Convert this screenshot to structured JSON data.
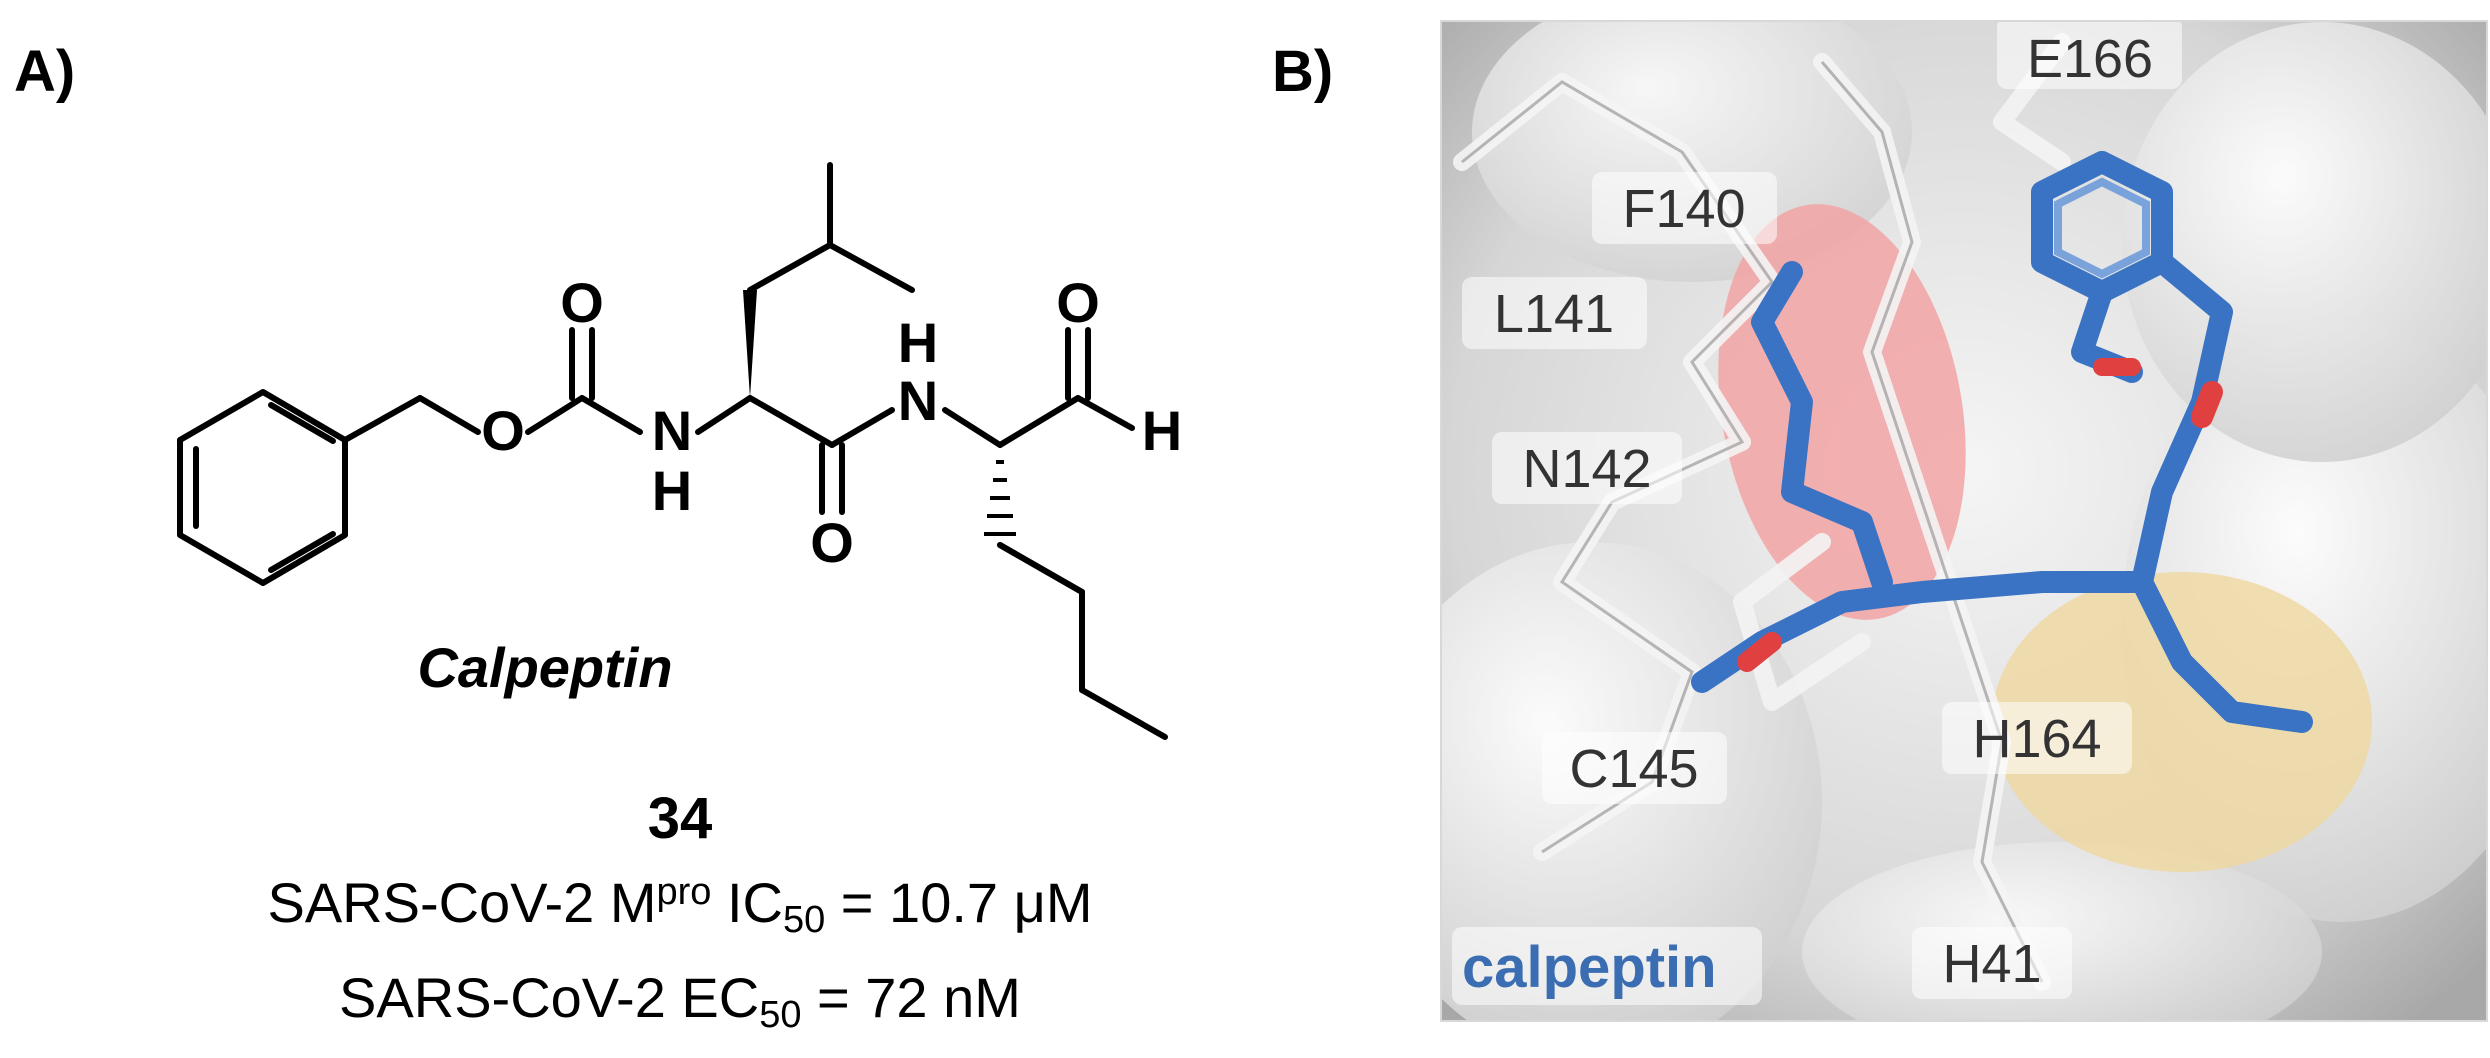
{
  "panel_a": {
    "label": "A)",
    "atoms": {
      "o_carbonyl_carbamate": "O",
      "o_ester": "O",
      "nh_carbamate_n": "N",
      "nh_carbamate_h": "H",
      "nh_amide_h": "H",
      "nh_amide_n": "N",
      "o_amide": "O",
      "o_aldehyde": "O",
      "h_aldehyde": "H"
    },
    "compound_name": "Calpeptin",
    "compound_number": "34",
    "activity_1": {
      "prefix": "SARS-CoV-2 M",
      "sup": "pro",
      "mid": " IC",
      "sub": "50",
      "suffix": " = 10.7 μM"
    },
    "activity_2": {
      "prefix": "SARS-CoV-2 EC",
      "sub": "50",
      "suffix": " = 72 nM"
    }
  },
  "panel_b": {
    "label": "B)",
    "residues": [
      "E166",
      "F140",
      "L141",
      "N142",
      "C145",
      "H164",
      "H41"
    ],
    "ligand_label": "calpeptin",
    "colors": {
      "ligand": "#3b73c4",
      "surface": "#dcdcdc",
      "oxygen_patch": "#f0a0a0",
      "sulfur_patch": "#ecd49a"
    }
  }
}
